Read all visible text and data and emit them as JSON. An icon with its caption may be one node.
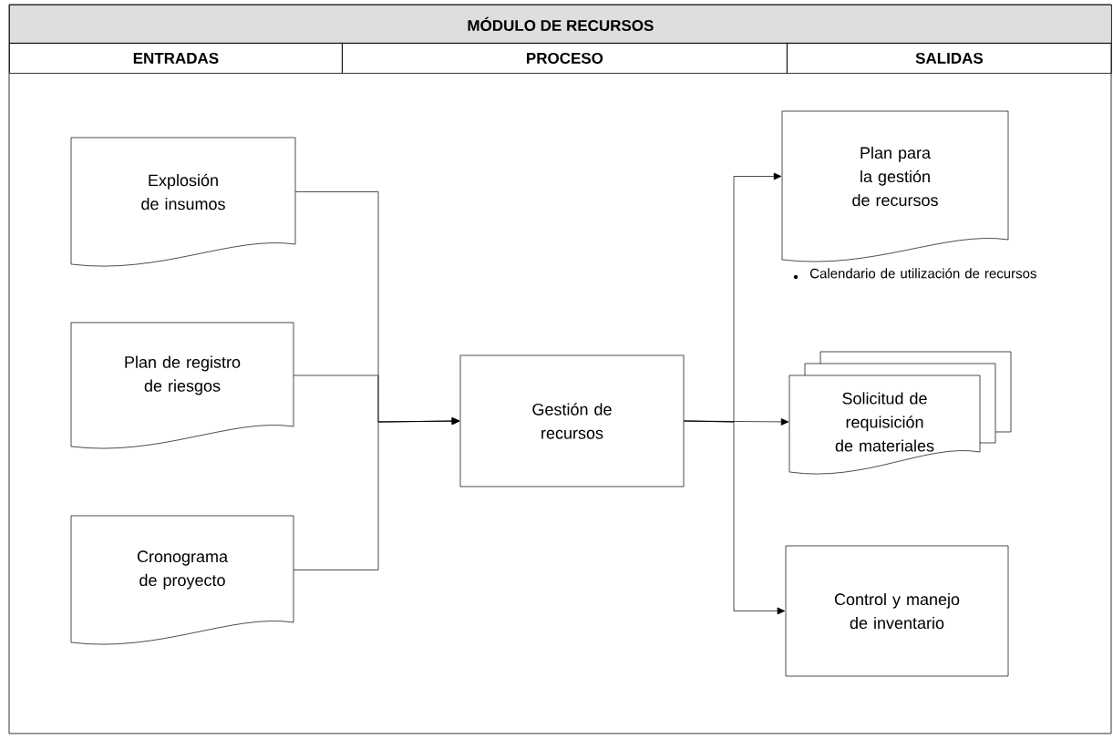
{
  "diagram": {
    "title": "MÓDULO DE RECURSOS",
    "nodes": [
      {
        "text": [
          "Explosión de insumos"
        ]
      },
      {
        "text": [
          "Plan de registro de riesgos"
        ]
      },
      {
        "text": [
          "Cronograma de proyecto"
        ]
      },
      {
        "text": [
          "Gestión de recursos"
        ]
      },
      {
        "text": [
          "Plan para la gestión de recursos"
        ],
        "beside": [
          "Calendario de utilización de recursos"
        ]
      },
      {
        "text": [
          "Solicitud de requisición de materiales"
        ]
      },
      {
        "text": [
          "Control y manejo de inventario"
        ]
      }
    ],
    "edges": [
      {
        "from": 0,
        "to": 3,
        "arrow": "to"
      },
      {
        "from": 1,
        "to": 3,
        "arrow": "to"
      },
      {
        "from": 2,
        "to": 3,
        "arrow": "to"
      },
      {
        "from": 3,
        "to": 4,
        "arrow": "to"
      },
      {
        "from": 3,
        "to": 5,
        "arrow": "to"
      },
      {
        "from": 3,
        "to": 6,
        "arrow": "to"
      }
    ],
    "labels": [
      "ENTRADAS",
      "PROCESO",
      "SALIDAS"
    ]
  }
}
